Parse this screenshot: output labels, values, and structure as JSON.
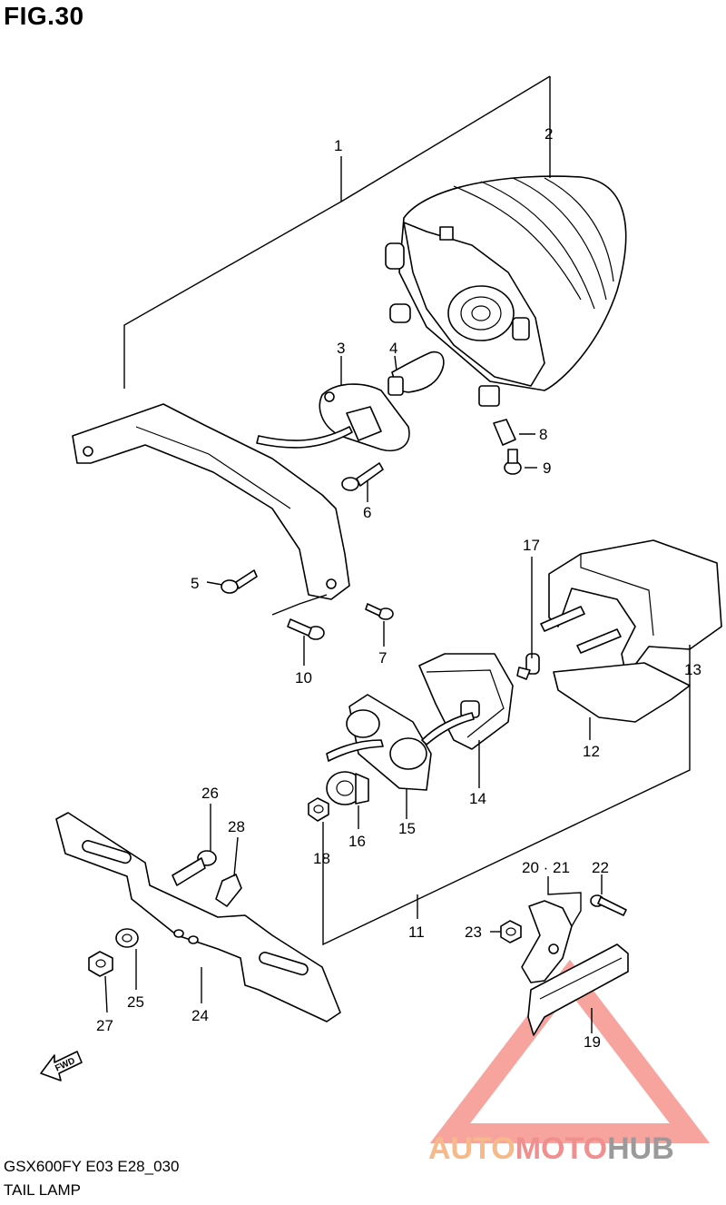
{
  "figure": {
    "title": "FIG.30",
    "model_code": "GSX600FY E03 E28_030",
    "section_name": "TAIL LAMP",
    "fwd_label": "FWD"
  },
  "part_numbers": {
    "p1": "1",
    "p2": "2",
    "p3": "3",
    "p4": "4",
    "p5": "5",
    "p6": "6",
    "p7": "7",
    "p8": "8",
    "p9": "9",
    "p10": "10",
    "p11": "11",
    "p12": "12",
    "p13": "13",
    "p14": "14",
    "p15": "15",
    "p16": "16",
    "p17": "17",
    "p18": "18",
    "p19": "19",
    "p20_21": "20 · 21",
    "p22": "22",
    "p23": "23",
    "p24": "24",
    "p25": "25",
    "p26": "26",
    "p27": "27",
    "p28": "28"
  },
  "watermark": {
    "part_a": "AUTO",
    "part_b": "MOTO",
    "part_c": "HUB",
    "colors": {
      "auto": "#f6b98a",
      "moto": "#f08f8f",
      "hub": "#9a9a9a",
      "triangle": "#f15a50"
    }
  }
}
